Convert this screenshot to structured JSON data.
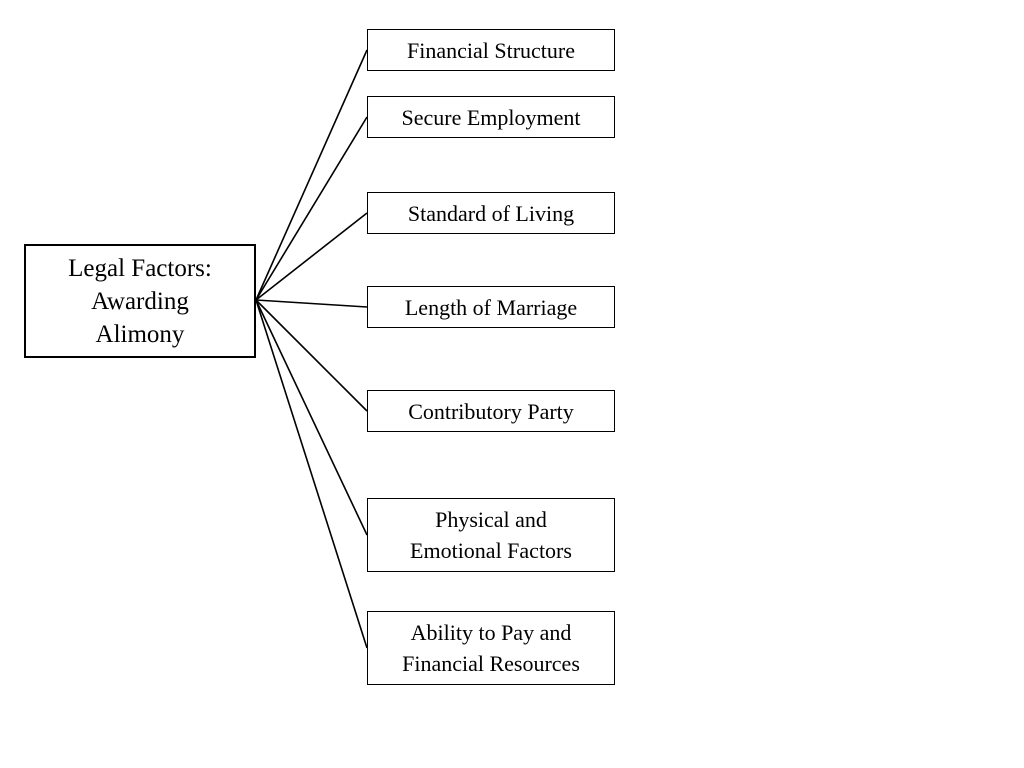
{
  "diagram": {
    "type": "tree",
    "root": {
      "label": "Legal Factors:\nAwarding\nAlimony"
    },
    "children": [
      {
        "label": "Financial Structure"
      },
      {
        "label": "Secure Employment"
      },
      {
        "label": "Standard of Living"
      },
      {
        "label": "Length of Marriage"
      },
      {
        "label": "Contributory Party"
      },
      {
        "label": "Physical and\nEmotional Factors"
      },
      {
        "label": "Ability to Pay and\nFinancial Resources"
      }
    ],
    "colors": {
      "stroke": "#000000",
      "fill": "#ffffff",
      "text": "#000000"
    }
  }
}
